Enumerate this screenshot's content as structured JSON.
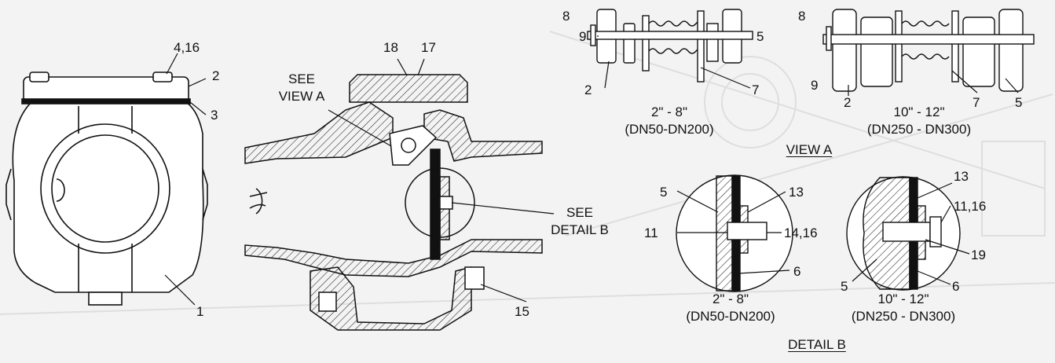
{
  "callouts": {
    "top_4_16": "4,16",
    "top_2": "2",
    "top_3": "3",
    "top_1": "1",
    "sec_18": "18",
    "sec_17": "17",
    "sec_15": "15",
    "see_view_a": [
      "SEE",
      "VIEW A"
    ],
    "see_detail_b": [
      "SEE",
      "DETAIL B"
    ],
    "va_small_8": "8",
    "va_small_9": "9",
    "va_small_2": "2",
    "va_small_5": "5",
    "va_small_7": "7",
    "va_large_8": "8",
    "va_large_9": "9",
    "va_large_2": "2",
    "va_large_7": "7",
    "va_large_5": "5",
    "db_small_5": "5",
    "db_small_13": "13",
    "db_small_11": "11",
    "db_small_14_16": "14,16",
    "db_small_6": "6",
    "db_large_13": "13",
    "db_large_11_16": "11,16",
    "db_large_19": "19",
    "db_large_5": "5",
    "db_large_6": "6"
  },
  "size_labels": {
    "va_small": [
      "2\" - 8\"",
      "(DN50-DN200)"
    ],
    "va_large": [
      "10\" - 12\"",
      "(DN250 - DN300)"
    ],
    "db_small": [
      "2\" - 8\"",
      "(DN50-DN200)"
    ],
    "db_large": [
      "10\" - 12\"",
      "(DN250 - DN300)"
    ]
  },
  "view_titles": {
    "view_a": "VIEW A",
    "detail_b": "DETAIL B"
  }
}
